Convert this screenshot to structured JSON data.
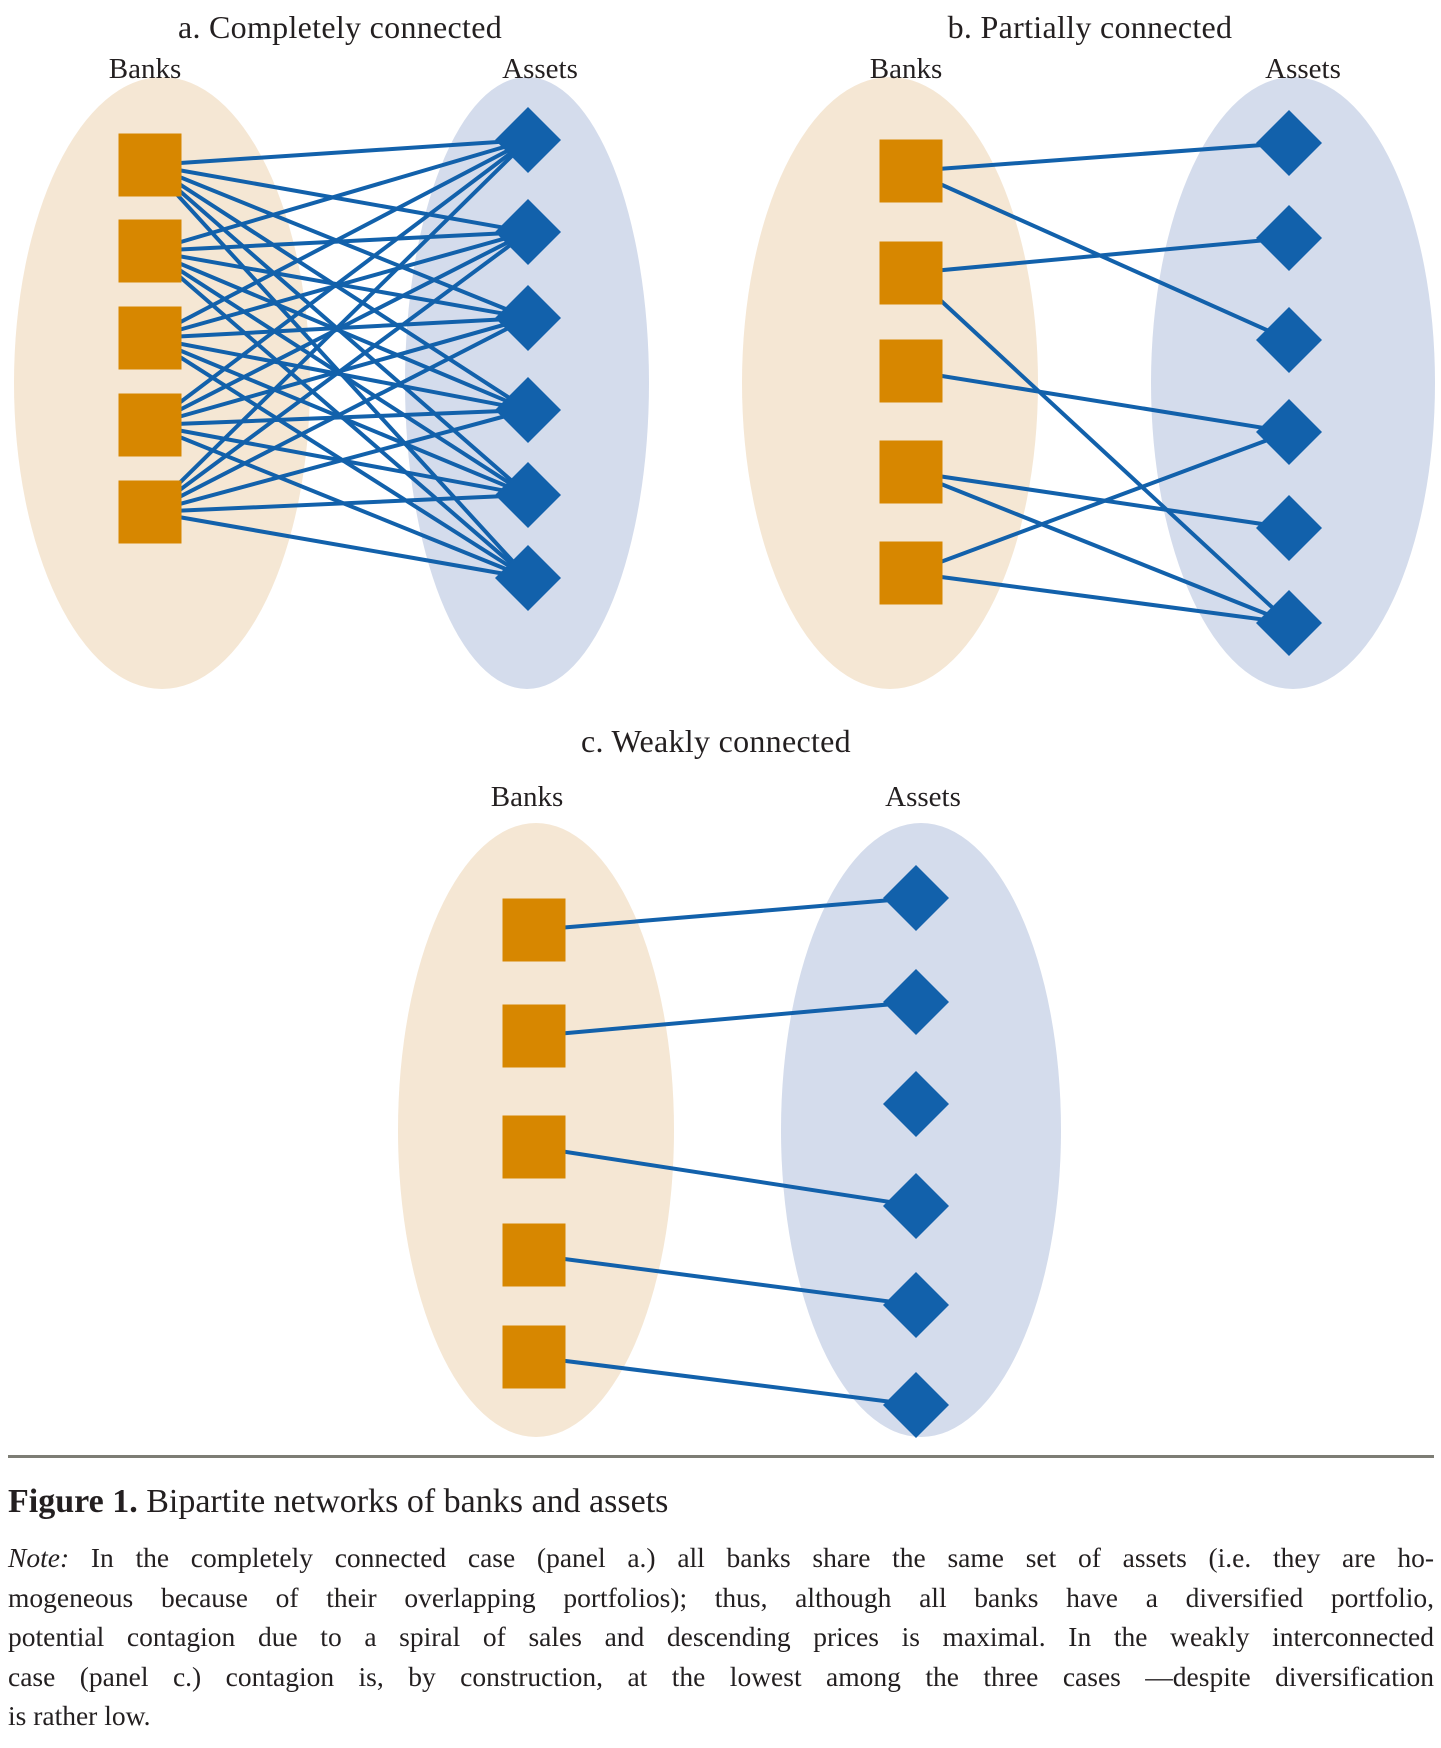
{
  "figure": {
    "colors": {
      "bank_node": "#d78700",
      "asset_node": "#1261ab",
      "edge": "#1261ab",
      "banks_ellipse": "#f5e7d4",
      "assets_ellipse": "#d4dcec",
      "text": "#231f20",
      "rule": "#7d7d75"
    },
    "panels": [
      {
        "id": "a",
        "title": "a. Completely connected",
        "left_label": "Banks",
        "right_label": "Assets",
        "bank_count": 5,
        "asset_count": 6,
        "edges": [
          [
            1,
            1
          ],
          [
            1,
            2
          ],
          [
            1,
            3
          ],
          [
            1,
            4
          ],
          [
            1,
            5
          ],
          [
            1,
            6
          ],
          [
            2,
            1
          ],
          [
            2,
            2
          ],
          [
            2,
            3
          ],
          [
            2,
            4
          ],
          [
            2,
            5
          ],
          [
            2,
            6
          ],
          [
            3,
            1
          ],
          [
            3,
            2
          ],
          [
            3,
            3
          ],
          [
            3,
            4
          ],
          [
            3,
            5
          ],
          [
            3,
            6
          ],
          [
            4,
            1
          ],
          [
            4,
            2
          ],
          [
            4,
            3
          ],
          [
            4,
            4
          ],
          [
            4,
            5
          ],
          [
            4,
            6
          ],
          [
            5,
            1
          ],
          [
            5,
            2
          ],
          [
            5,
            3
          ],
          [
            5,
            4
          ],
          [
            5,
            5
          ],
          [
            5,
            6
          ]
        ]
      },
      {
        "id": "b",
        "title": "b. Partially connected",
        "left_label": "Banks",
        "right_label": "Assets",
        "bank_count": 5,
        "asset_count": 6,
        "edges": [
          [
            1,
            1
          ],
          [
            1,
            3
          ],
          [
            2,
            2
          ],
          [
            2,
            6
          ],
          [
            3,
            4
          ],
          [
            4,
            5
          ],
          [
            4,
            6
          ],
          [
            5,
            4
          ],
          [
            5,
            6
          ]
        ]
      },
      {
        "id": "c",
        "title": "c. Weakly connected",
        "left_label": "Banks",
        "right_label": "Assets",
        "bank_count": 5,
        "asset_count": 6,
        "edges": [
          [
            1,
            1
          ],
          [
            2,
            2
          ],
          [
            3,
            4
          ],
          [
            4,
            5
          ],
          [
            5,
            6
          ]
        ]
      }
    ],
    "caption": {
      "figure_label": "Figure 1.",
      "figure_title": " Bipartite networks of banks and assets",
      "note_label": "Note:",
      "note_line_1": " In the completely connected case (panel a.) all banks share the same set of assets (i.e. they are ho-",
      "note_line_2": "mogeneous because of their overlapping portfolios); thus, although all banks have a diversified portfolio,",
      "note_line_3": "potential contagion due to a spiral of sales and descending prices is maximal. In the weakly interconnected",
      "note_line_4": "case (panel c.) contagion is, by construction, at the lowest among the three cases —despite diversification",
      "note_line_5": "is rather low."
    }
  }
}
